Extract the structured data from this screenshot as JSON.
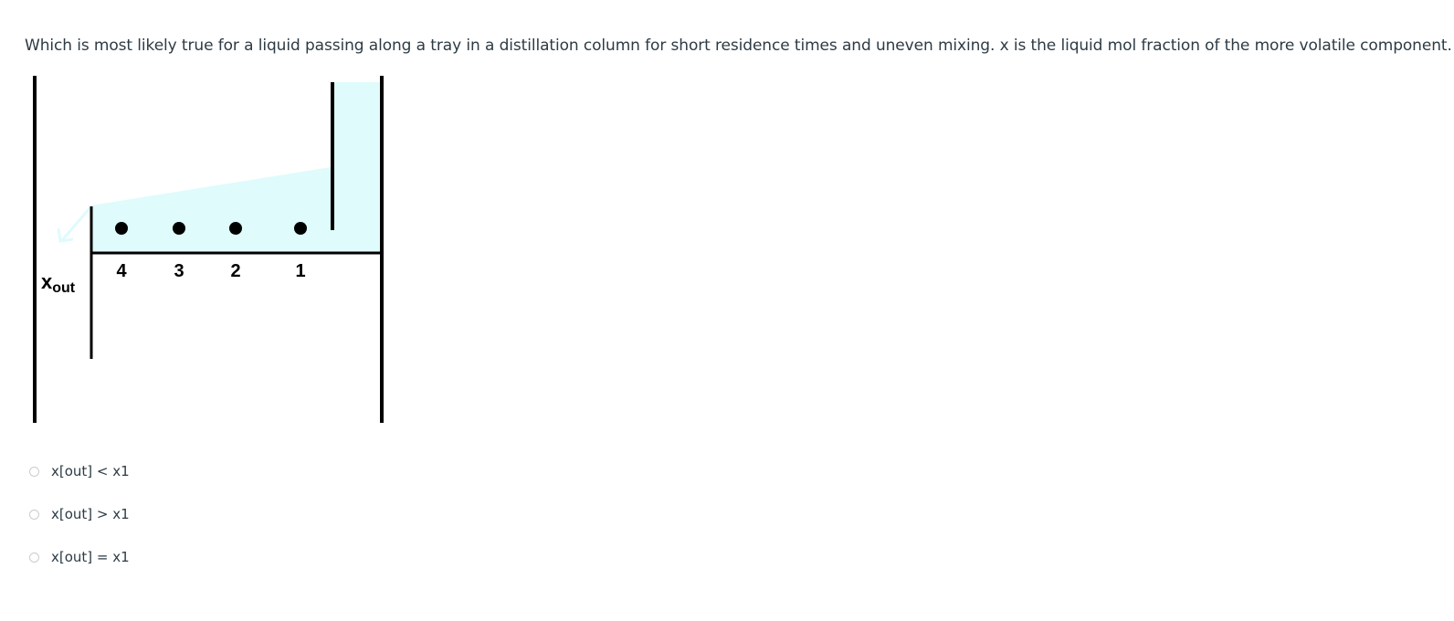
{
  "question": {
    "text": "Which is most likely true for a liquid passing along a tray in a distillation column for short residence times and uneven mixing. x is the liquid mol fraction of the more volatile component."
  },
  "figure": {
    "outlet_label_main": "x",
    "outlet_label_sub": "out",
    "points": [
      {
        "label": "4"
      },
      {
        "label": "3"
      },
      {
        "label": "2"
      },
      {
        "label": "1"
      }
    ],
    "liquid_color": "#dffbfc",
    "line_color": "#000000"
  },
  "answers": [
    {
      "label": "x[out] < x1"
    },
    {
      "label": "x[out] > x1"
    },
    {
      "label": "x[out] = x1"
    }
  ]
}
